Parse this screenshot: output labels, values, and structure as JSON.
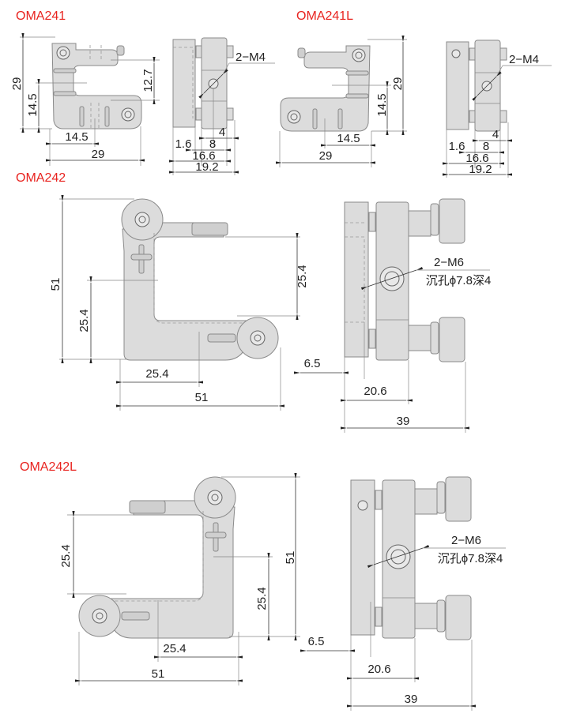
{
  "models": {
    "oma241": {
      "title": "OMA241",
      "front": {
        "height": "29",
        "half_height": "14.5",
        "gap": "12.7",
        "half_width": "14.5",
        "width": "29"
      },
      "side": {
        "thread": "2−M4",
        "d4": "4",
        "d1_6": "1.6",
        "d8": "8",
        "d16_6": "16.6",
        "d19_2": "19.2"
      }
    },
    "oma241l": {
      "title": "OMA241L",
      "front": {
        "height": "29",
        "half_height": "14.5",
        "half_width": "14.5",
        "width": "29"
      },
      "side": {
        "thread": "2−M4",
        "d4": "4",
        "d1_6": "1.6",
        "d8": "8",
        "d16_6": "16.6",
        "d19_2": "19.2"
      }
    },
    "oma242": {
      "title": "OMA242",
      "front": {
        "height": "51",
        "half_height": "25.4",
        "gap": "25.4",
        "half_width": "25.4",
        "width": "51"
      },
      "side": {
        "thread": "2−M6",
        "counterbore": "沉孔ϕ7.8深4",
        "d6_5": "6.5",
        "d20_6": "20.6",
        "d39": "39"
      }
    },
    "oma242l": {
      "title": "OMA242L",
      "front": {
        "gap": "25.4",
        "height": "51",
        "half_height": "25.4",
        "half_width": "25.4",
        "width": "51"
      },
      "side": {
        "thread": "2−M6",
        "counterbore": "沉孔ϕ7.8深4",
        "d6_5": "6.5",
        "d20_6": "20.6",
        "d39": "39"
      }
    }
  },
  "colors": {
    "title": "#e8231f",
    "part": "#dcdcdc"
  }
}
